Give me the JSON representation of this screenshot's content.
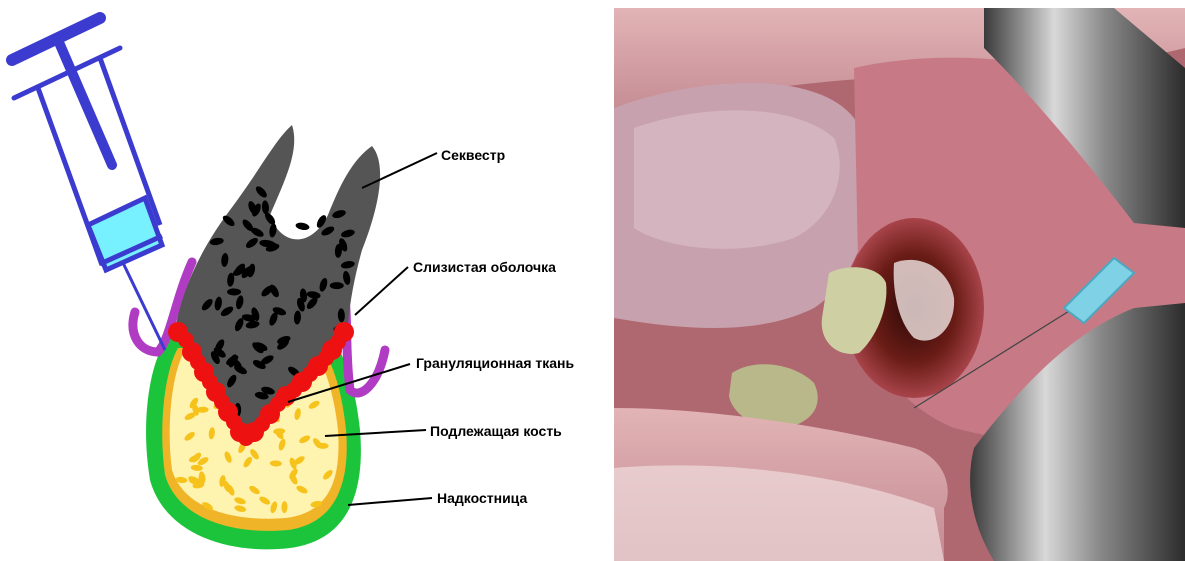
{
  "diagram": {
    "labels": {
      "sequestrum": "Секвестр",
      "mucosa": "Слизистая оболочка",
      "granulation": "Грануляционная ткань",
      "underlying_bone": "Подлежащая кость",
      "periosteum": "Надкостница"
    },
    "colors": {
      "syringe": "#3b3bd0",
      "syringe_fluid": "#77f0ff",
      "sequestrum": "#555555",
      "granulation": "#ee1111",
      "mucosa": "#b03cc4",
      "bone_fill": "#fff3b0",
      "bone_dots": "#f6c21c",
      "periosteum": "#1cc43c"
    }
  },
  "photo": {
    "colors": {
      "lip": "#d9a6ab",
      "tongue": "#c7a2ae",
      "cavity": "#4a1410",
      "necrotic_bone": "#c8c8a0",
      "instrument": "#8a8a8a",
      "needle_hub": "#7fd2e6"
    }
  }
}
